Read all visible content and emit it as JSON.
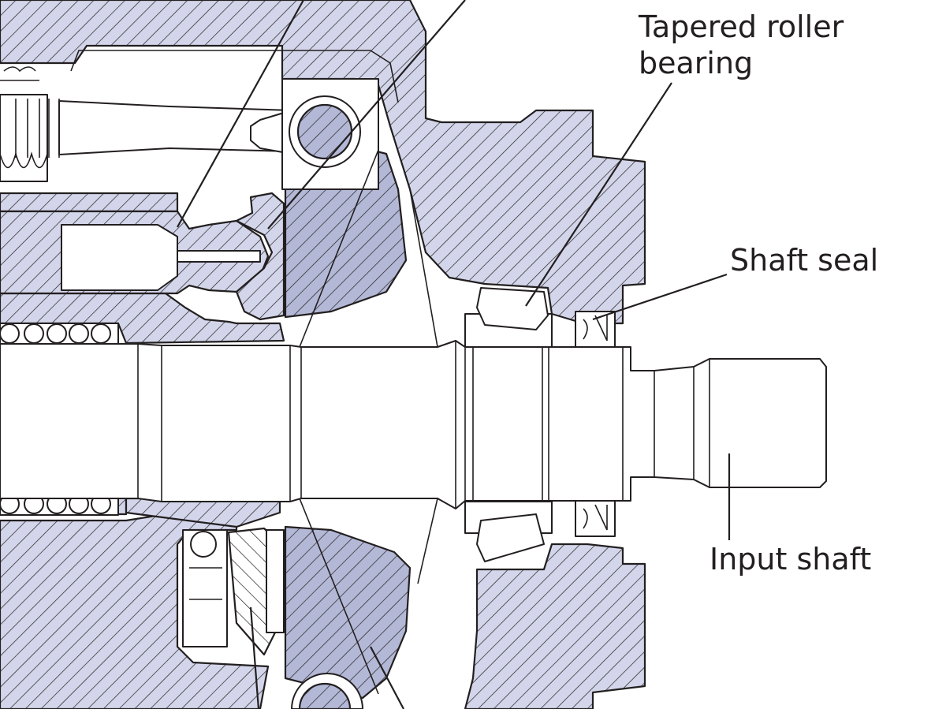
{
  "labels": {
    "tapered_roller_bearing": [
      "Tapered roller",
      "bearing"
    ],
    "shaft_seal": "Shaft seal",
    "input_shaft": "Input shaft"
  },
  "colors": {
    "hatch_light_fill": "#d3d6ea",
    "hatch_dark_fill": "#b3b8d6",
    "line": "#231f20",
    "background": "#ffffff"
  }
}
